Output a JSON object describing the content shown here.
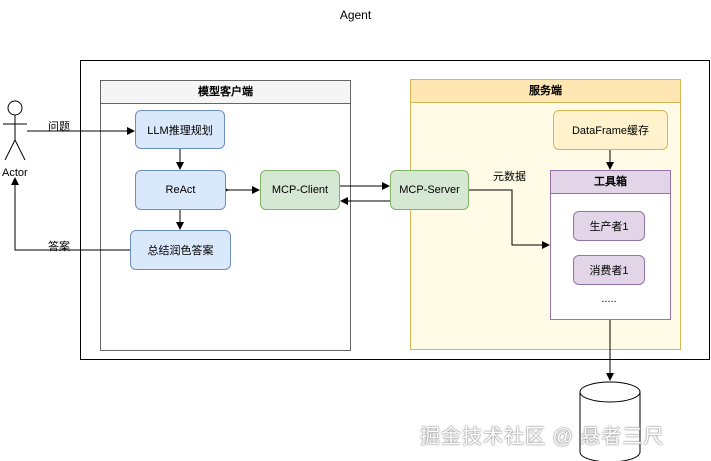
{
  "title": "Agent",
  "actor": {
    "label": "Actor"
  },
  "edges": {
    "question": "问题",
    "answer": "答案",
    "metadata": "元数据"
  },
  "client": {
    "header": "模型客户端",
    "nodes": {
      "llm": "LLM推理规划",
      "react": "ReAct",
      "summary": "总结润色答案",
      "mcp_client": "MCP-Client"
    }
  },
  "server": {
    "header": "服务端",
    "nodes": {
      "dataframe": "DataFrame缓存",
      "mcp_server": "MCP-Server"
    },
    "toolbox": {
      "header": "工具箱",
      "items": [
        "生产者1",
        "消费者1",
        "....."
      ]
    }
  },
  "watermark": "掘金技术社区 @ 悬者三尺"
}
